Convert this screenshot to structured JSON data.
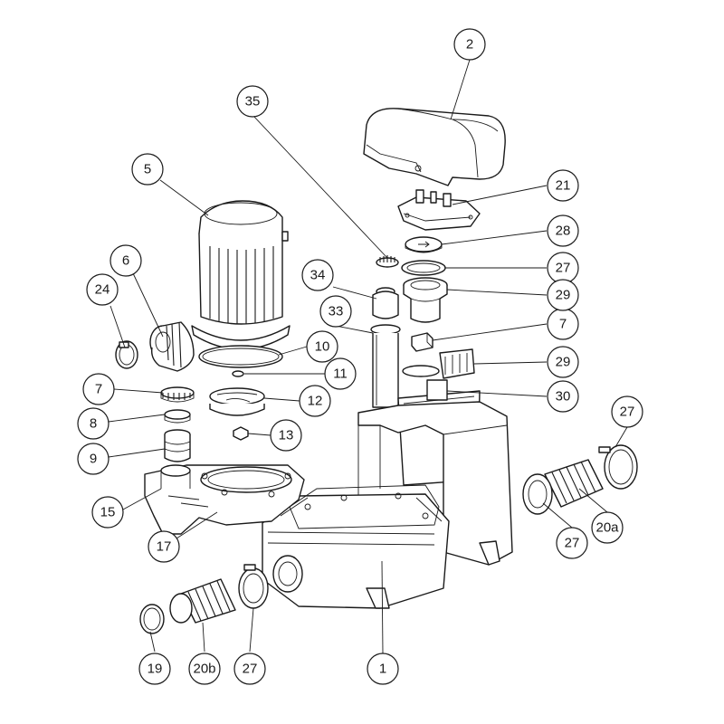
{
  "callouts": [
    {
      "id": "c1",
      "label": "1"
    },
    {
      "id": "c2",
      "label": "2"
    },
    {
      "id": "c5",
      "label": "5"
    },
    {
      "id": "c6",
      "label": "6"
    },
    {
      "id": "c7a",
      "label": "7"
    },
    {
      "id": "c7b",
      "label": "7"
    },
    {
      "id": "c8",
      "label": "8"
    },
    {
      "id": "c9",
      "label": "9"
    },
    {
      "id": "c10",
      "label": "10"
    },
    {
      "id": "c11",
      "label": "11"
    },
    {
      "id": "c12",
      "label": "12"
    },
    {
      "id": "c13",
      "label": "13"
    },
    {
      "id": "c15",
      "label": "15"
    },
    {
      "id": "c17",
      "label": "17"
    },
    {
      "id": "c19",
      "label": "19"
    },
    {
      "id": "c20a",
      "label": "20a"
    },
    {
      "id": "c20b",
      "label": "20b"
    },
    {
      "id": "c21",
      "label": "21"
    },
    {
      "id": "c24",
      "label": "24"
    },
    {
      "id": "c27a",
      "label": "27"
    },
    {
      "id": "c27b",
      "label": "27"
    },
    {
      "id": "c27c",
      "label": "27"
    },
    {
      "id": "c27d",
      "label": "27"
    },
    {
      "id": "c28",
      "label": "28"
    },
    {
      "id": "c29a",
      "label": "29"
    },
    {
      "id": "c29b",
      "label": "29"
    },
    {
      "id": "c30",
      "label": "30"
    },
    {
      "id": "c33",
      "label": "33"
    },
    {
      "id": "c34",
      "label": "34"
    },
    {
      "id": "c35",
      "label": "35"
    }
  ]
}
